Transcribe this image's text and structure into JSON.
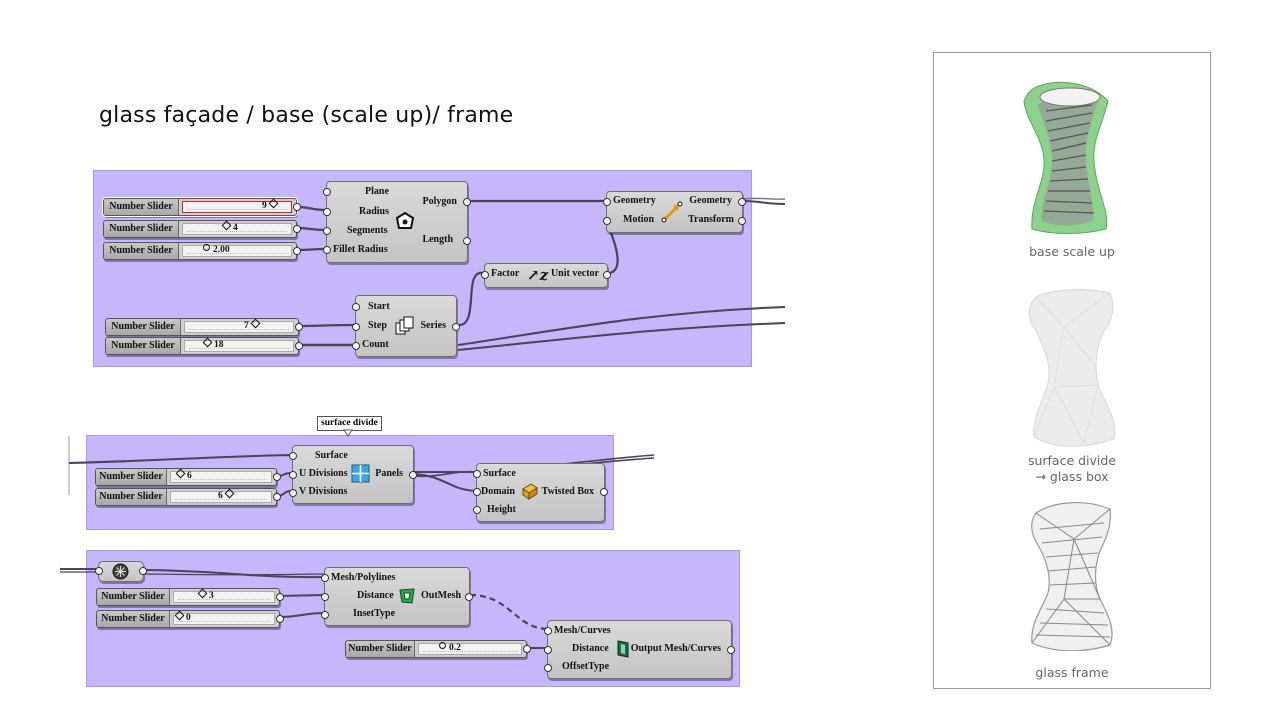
{
  "title": "glass façade / base (scale up)/ frame",
  "group1": {
    "sliders": [
      {
        "name": "Number Slider",
        "value": "9"
      },
      {
        "name": "Number Slider",
        "value": "4"
      },
      {
        "name": "Number Slider",
        "value": "2.00"
      },
      {
        "name": "Number Slider",
        "value": "7"
      },
      {
        "name": "Number Slider",
        "value": "18"
      }
    ],
    "polygon": {
      "inputs": [
        "Plane",
        "Radius",
        "Segments",
        "Fillet Radius"
      ],
      "outputs": [
        "Polygon",
        "Length"
      ]
    },
    "move": {
      "inputs": [
        "Geometry",
        "Motion"
      ],
      "outputs": [
        "Geometry",
        "Transform"
      ]
    },
    "unit": {
      "inputs": [
        "Factor"
      ],
      "outputs": [
        "Unit vector"
      ]
    },
    "series": {
      "inputs": [
        "Start",
        "Step",
        "Count"
      ],
      "outputs": [
        "Series"
      ]
    }
  },
  "group2": {
    "tooltip": "surface divide",
    "sliders": [
      {
        "name": "Number Slider",
        "value": "6"
      },
      {
        "name": "Number Slider",
        "value": "6"
      }
    ],
    "divide": {
      "inputs": [
        "Surface",
        "U Divisions",
        "V Divisions"
      ],
      "outputs": [
        "Panels"
      ]
    },
    "twisted": {
      "inputs": [
        "Surface",
        "Domain",
        "Height"
      ],
      "outputs": [
        "Twisted Box"
      ]
    }
  },
  "group3": {
    "sliders": [
      {
        "name": "Number Slider",
        "value": "3"
      },
      {
        "name": "Number Slider",
        "value": "0"
      },
      {
        "name": "Number Slider",
        "value": "0.2"
      }
    ],
    "window": {
      "inputs": [
        "Mesh/Polylines",
        "Distance",
        "InsetType"
      ],
      "outputs": [
        "OutMesh"
      ]
    },
    "offset": {
      "inputs": [
        "Mesh/Curves",
        "Distance",
        "OffsetType"
      ],
      "outputs": [
        "Output Mesh/Curves"
      ]
    }
  },
  "captions": {
    "base": "base scale up",
    "divide_line1": "surface divide",
    "divide_line2": "→ glass box",
    "frame": "glass frame"
  },
  "colors": {
    "group": "#c6b6fb",
    "node": "#d0d0d0",
    "wire": "#4a4458",
    "selected": "#cc2222"
  }
}
